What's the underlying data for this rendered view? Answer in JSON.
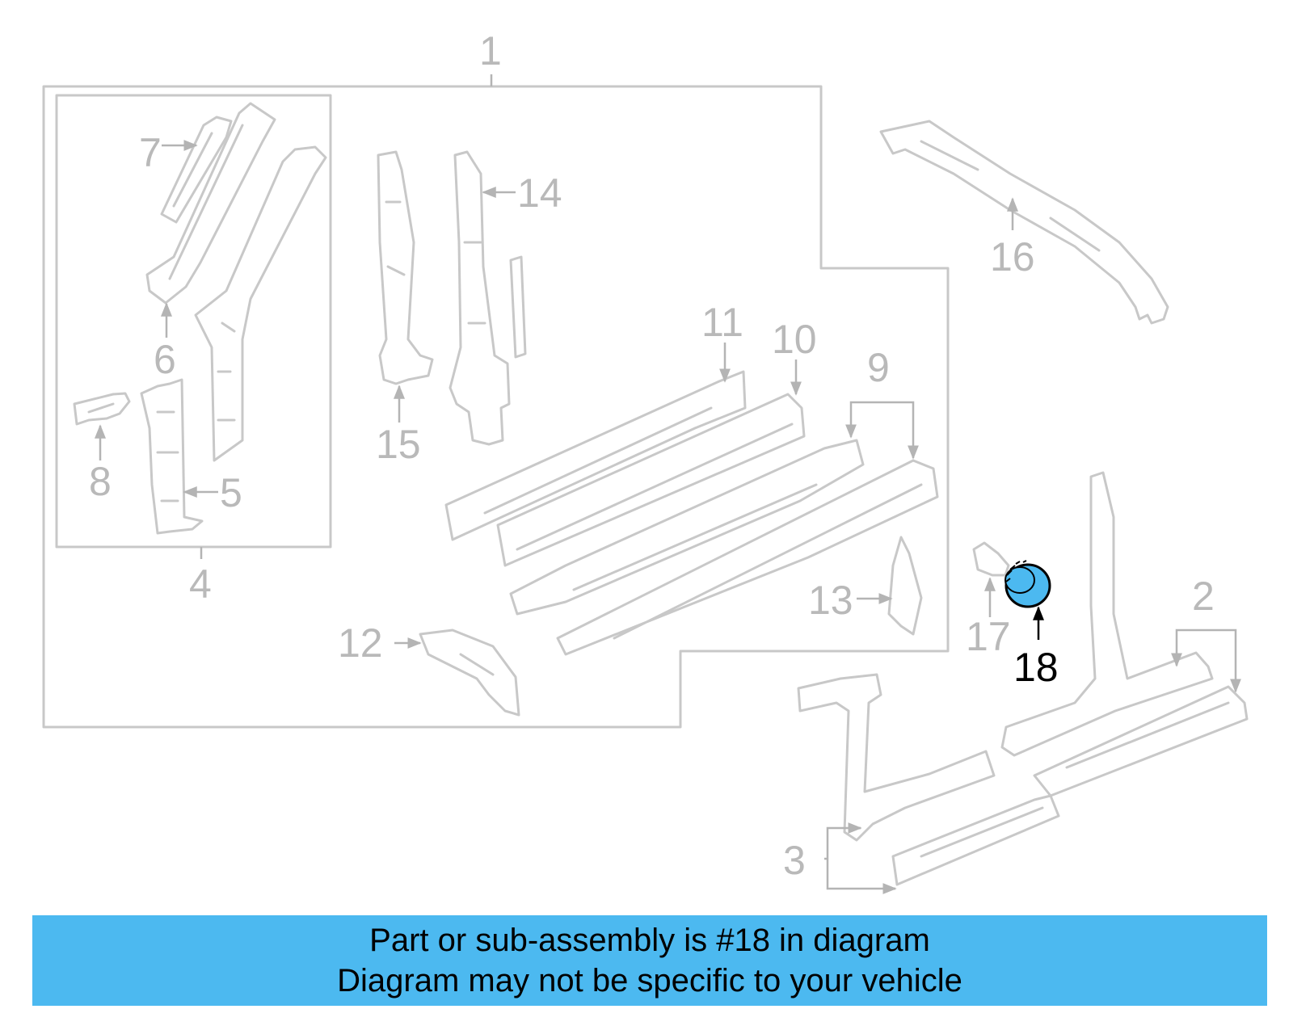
{
  "diagram": {
    "callouts": {
      "c1": "1",
      "c2": "2",
      "c3": "3",
      "c4": "4",
      "c5": "5",
      "c6": "6",
      "c7": "7",
      "c8": "8",
      "c9": "9",
      "c10": "10",
      "c11": "11",
      "c12": "12",
      "c13": "13",
      "c14": "14",
      "c15": "15",
      "c16": "16",
      "c17": "17",
      "c18": "18"
    },
    "highlighted_part": "18",
    "colors": {
      "outline": "#c8c8c8",
      "highlight": "#4cb9f0",
      "active_label": "#000000"
    }
  },
  "banner": {
    "line1": "Part or sub-assembly is #18 in diagram",
    "line2": "Diagram may not be specific to your vehicle",
    "background": "#4cb9f0"
  }
}
